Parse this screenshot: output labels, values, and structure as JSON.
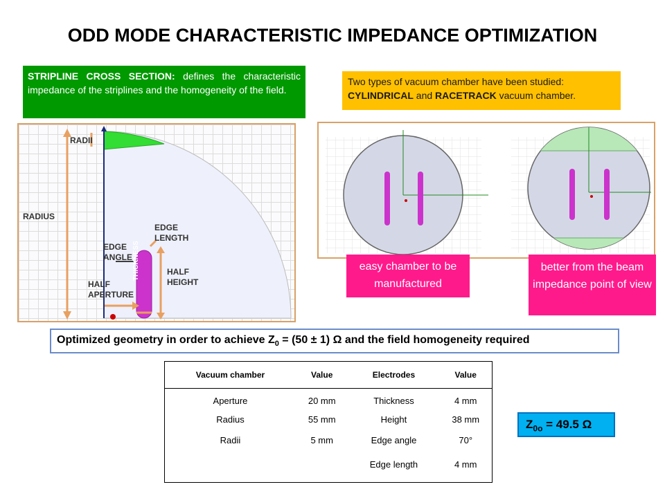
{
  "title": "ODD MODE CHARACTERISTIC IMPEDANCE OPTIMIZATION",
  "stripline": {
    "heading": "STRIPLINE CROSS SECTION:",
    "text": " defines the characteristic impedance of the striplines and the homogeneity of the field."
  },
  "chamber_types": {
    "intro": "Two types of vacuum chamber have been studied:",
    "type1": "CYLINDRICAL",
    "and": " and ",
    "type2": "RACETRACK",
    "tail": " vacuum chamber."
  },
  "diagram_labels": {
    "radii": "RADII",
    "radius": "RADIUS",
    "edge_length": "EDGE LENGTH",
    "edge_angle": "EDGE ANGLE",
    "half_height": "HALF HEIGHT",
    "half_aperture": "HALF APERTURE",
    "thickness": "THICKNESS"
  },
  "notes": {
    "cylindrical": "easy chamber to be manufactured",
    "racetrack": "better from the beam impedance point of view"
  },
  "optimized": {
    "prefix": "Optimized geometry in order to achieve Z",
    "sub": "0",
    "suffix": " = (50 ± 1) Ω and the field homogeneity required"
  },
  "table": {
    "headers": [
      "Vacuum chamber",
      "Value",
      "Electrodes",
      "Value"
    ],
    "rows": [
      [
        "Aperture",
        "20 mm",
        "Thickness",
        "4 mm"
      ],
      [
        "Radius",
        "55 mm",
        "Height",
        "38 mm"
      ],
      [
        "Radii",
        "5 mm",
        "Edge angle",
        "70°"
      ],
      [
        "",
        "",
        "Edge length",
        "4 mm"
      ]
    ]
  },
  "result": {
    "z": "Z",
    "sub": "0o",
    "value": " = 49.5 Ω"
  },
  "colors": {
    "green_box": "#009900",
    "orange_box": "#ffc000",
    "pink_note": "#ff1a8c",
    "result_box": "#00b0f0",
    "electrode": "#cc33cc",
    "arrow": "#e8a060"
  }
}
